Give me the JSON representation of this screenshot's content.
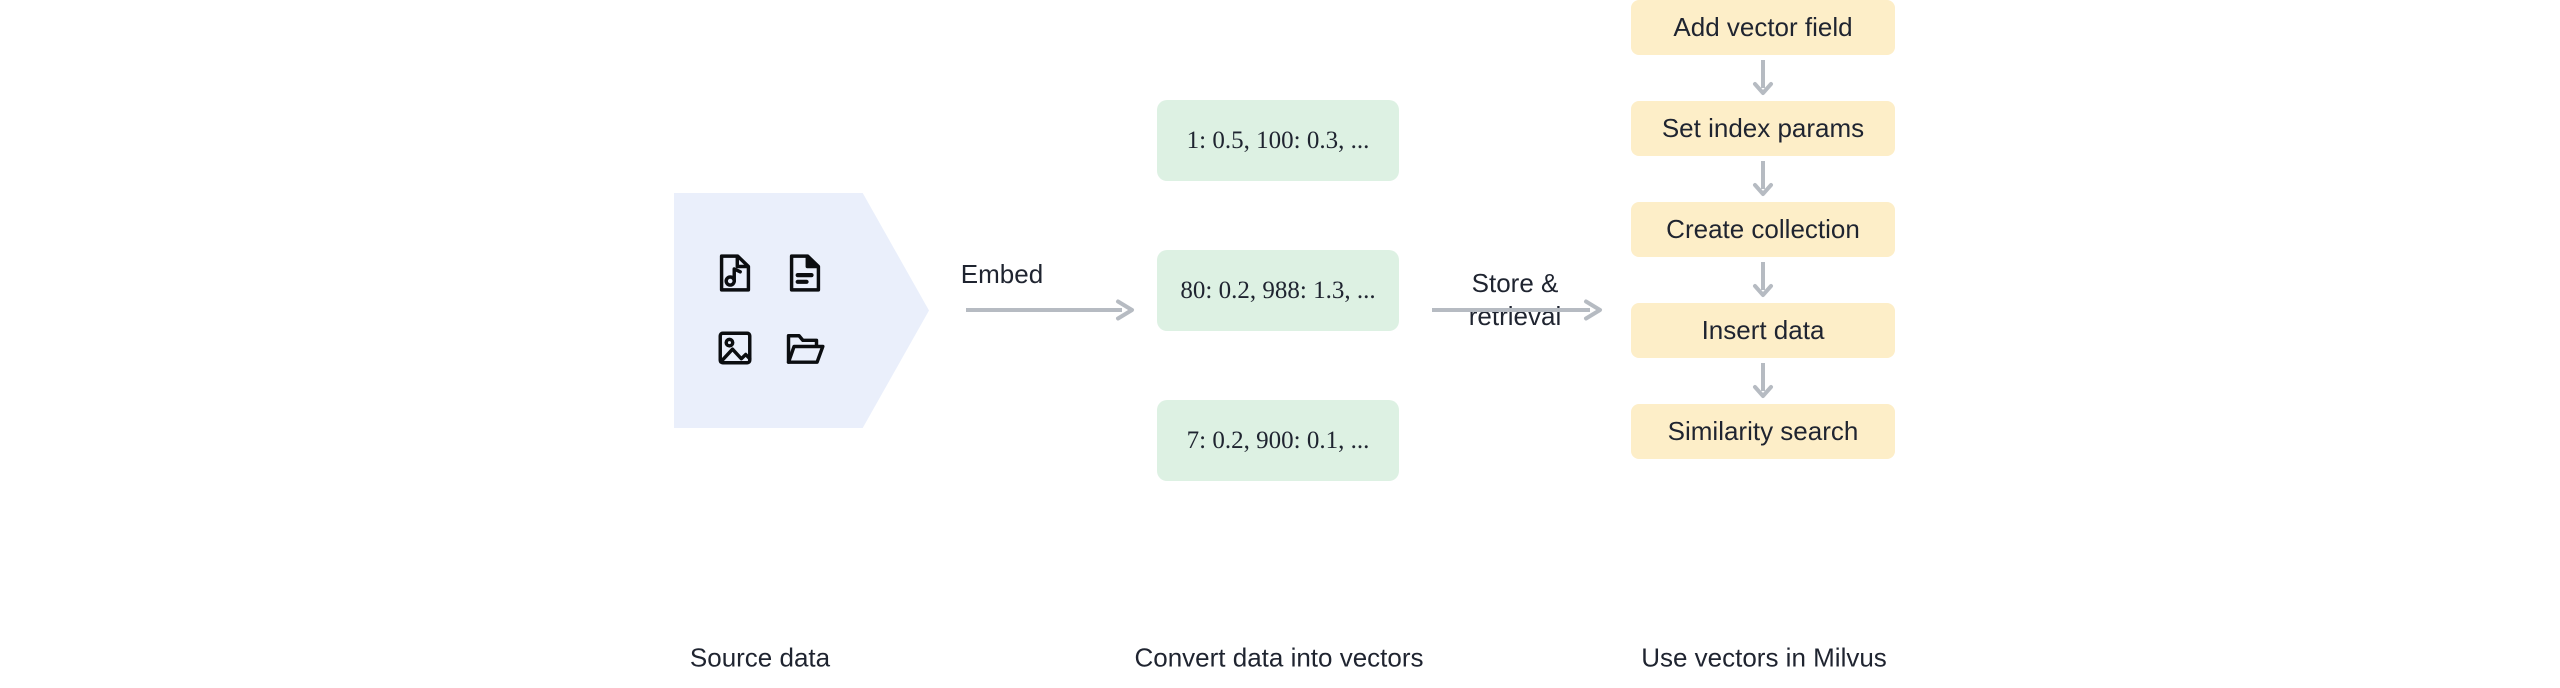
{
  "diagram": {
    "title_visible": false,
    "colors": {
      "source_shape": "#eaeffb",
      "vector_chip": "#ddf1e3",
      "step_box": "#fdeec8",
      "arrow": "#b6bbc2",
      "text": "#1f2430",
      "background": "#ffffff"
    }
  },
  "source_stage": {
    "caption": "Source data",
    "icons": [
      {
        "name": "music-file-icon",
        "label": "audio file"
      },
      {
        "name": "text-document-icon",
        "label": "text document"
      },
      {
        "name": "image-file-icon",
        "label": "image file"
      },
      {
        "name": "open-folder-icon",
        "label": "folder"
      }
    ]
  },
  "embed_arrow": {
    "label": "Embed"
  },
  "vector_stage": {
    "caption": "Convert data into vectors",
    "chips": [
      {
        "text": "1: 0.5, 100: 0.3, ..."
      },
      {
        "text": "80: 0.2, 988: 1.3, ..."
      },
      {
        "text": "7: 0.2, 900: 0.1, ..."
      }
    ]
  },
  "store_arrow": {
    "label": "Store &\nretrieval"
  },
  "milvus_stage": {
    "caption": "Use vectors in Milvus",
    "steps": [
      {
        "label": "Add vector field"
      },
      {
        "label": "Set index params"
      },
      {
        "label": "Create collection"
      },
      {
        "label": "Insert data"
      },
      {
        "label": "Similarity search"
      }
    ]
  }
}
